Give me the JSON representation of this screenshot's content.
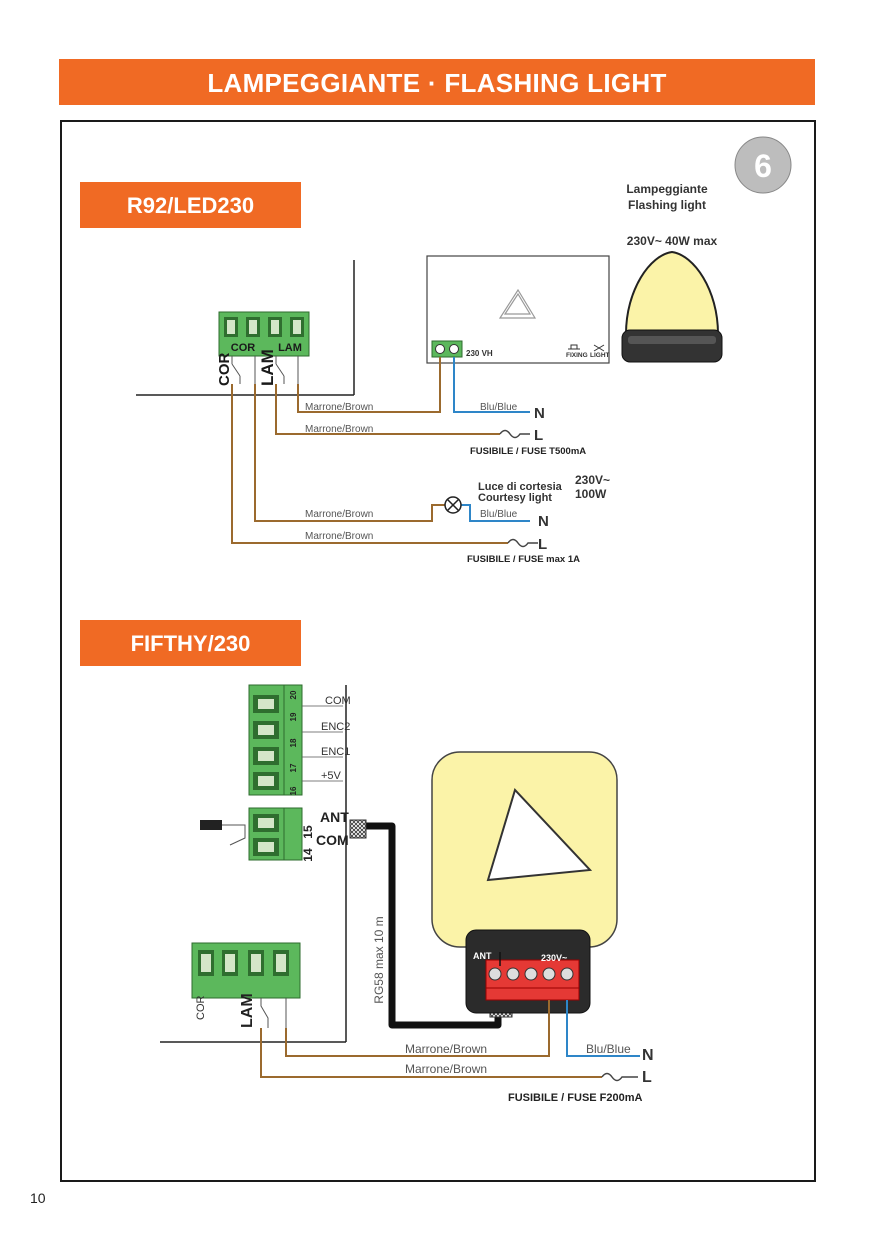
{
  "header": {
    "title": "LAMPEGGIANTE · FLASHING LIGHT"
  },
  "step_badge": "6",
  "page_number": "10",
  "section1": {
    "tag": "R92/LED230",
    "lamp_title_it": "Lampeggiante",
    "lamp_title_en": "Flashing light",
    "lamp_rating": "230V~ 40W max",
    "terminal_cor": "COR",
    "terminal_lam": "LAM",
    "side_cor": "COR",
    "side_lam": "LAM",
    "lamp_terminal": "230 VH",
    "fixing_label": "FIXING",
    "light_label": "LIGHT",
    "wire_brown_1": "Marrone/Brown",
    "wire_blue_1": "Blu/Blue",
    "wire_brown_2": "Marrone/Brown",
    "n1": "N",
    "l1": "L",
    "fuse1": "FUSIBILE / FUSE T500mA",
    "courtesy_it": "Luce di cortesia",
    "courtesy_en": "Courtesy light",
    "courtesy_v": "230V~",
    "courtesy_w": "100W",
    "wire_brown_3": "Marrone/Brown",
    "wire_blue_2": "Blu/Blue",
    "wire_brown_4": "Marrone/Brown",
    "n2": "N",
    "l2": "L",
    "fuse2": "FUSIBILE / FUSE max 1A"
  },
  "section2": {
    "tag": "FIFTHY/230",
    "pin_20": "20",
    "pin_19": "19",
    "pin_18": "18",
    "pin_17": "17",
    "pin_16": "16",
    "lbl_com": "COM",
    "lbl_enc2": "ENC2",
    "lbl_enc1": "ENC1",
    "lbl_5v": "+5V",
    "pin_15": "15",
    "pin_14": "14",
    "ant": "ANT",
    "com": "COM",
    "cable": "RG58 max 10 m",
    "side_cor": "COR",
    "side_lam": "LAM",
    "lamp_ant": "ANT",
    "lamp_230": "230V~",
    "wire_brown_1": "Marrone/Brown",
    "wire_blue_1": "Blu/Blue",
    "wire_brown_2": "Marrone/Brown",
    "n": "N",
    "l": "L",
    "fuse": "FUSIBILE / FUSE F200mA"
  },
  "colors": {
    "accent": "#f06a24",
    "brown_wire": "#9b6a2e",
    "blue_wire": "#2e86c8",
    "terminal_green": "#5cb85c",
    "terminal_red": "#e53935",
    "lamp_yellow": "#fbf3a8"
  }
}
